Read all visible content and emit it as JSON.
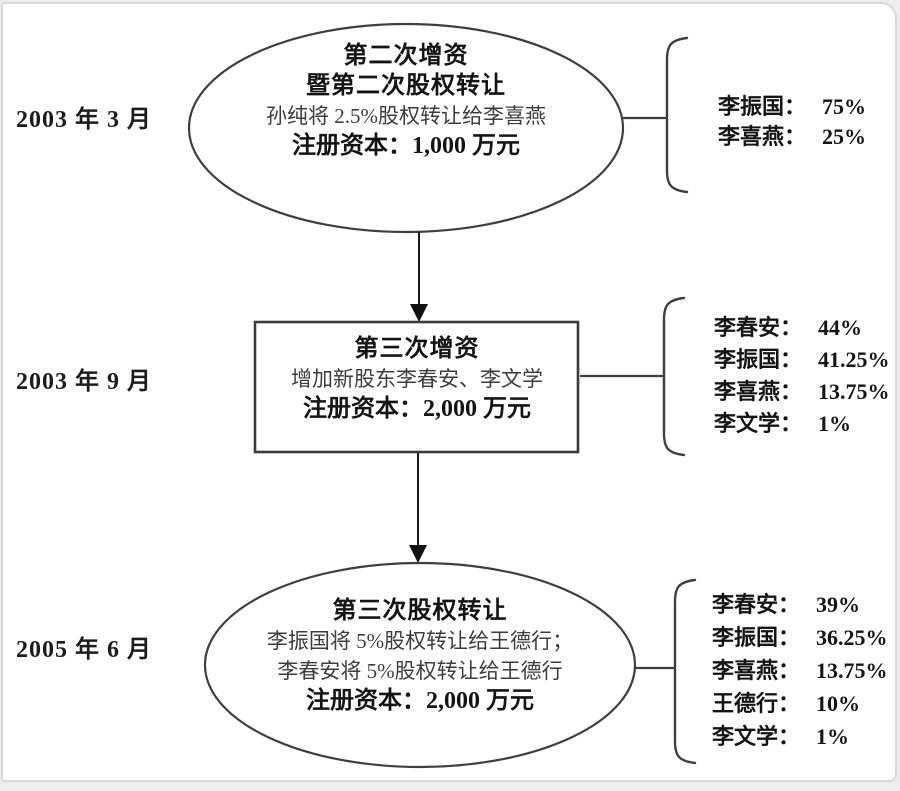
{
  "palette": {
    "stroke": "#3f3f3f",
    "arrow_fill": "#111111",
    "text_dark": "#141414",
    "text_regular": "#3d3d3d",
    "card_border": "#d9d9d9",
    "card_bg": "#ffffff",
    "page_bg": "#ededed"
  },
  "stages": [
    {
      "date": "2003 年 3 月",
      "node": {
        "shape": "ellipse",
        "line1": "第二次增资",
        "line2": "暨第二次股权转让",
        "line3": "孙纯将 2.5%股权转让给李喜燕",
        "line4": "注册资本：1,000 万元"
      },
      "shareholders": [
        {
          "name": "李振国：",
          "value": "75%"
        },
        {
          "name": "李喜燕：",
          "value": "25%"
        }
      ]
    },
    {
      "date": "2003 年 9 月",
      "node": {
        "shape": "rect",
        "line1": "第三次增资",
        "line2": "增加新股东李春安、李文学",
        "line3": "注册资本：2,000 万元"
      },
      "shareholders": [
        {
          "name": "李春安：",
          "value": "44%"
        },
        {
          "name": "李振国：",
          "value": "41.25%"
        },
        {
          "name": "李喜燕：",
          "value": "13.75%"
        },
        {
          "name": "李文学：",
          "value": "1%"
        }
      ]
    },
    {
      "date": "2005 年 6 月",
      "node": {
        "shape": "ellipse",
        "line1": "第三次股权转让",
        "line2": "李振国将 5%股权转让给王德行；",
        "line3": "李春安将 5%股权转让给王德行",
        "line4": "注册资本：2,000 万元"
      },
      "shareholders": [
        {
          "name": "李春安：",
          "value": "39%"
        },
        {
          "name": "李振国：",
          "value": "36.25%"
        },
        {
          "name": "李喜燕：",
          "value": "13.75%"
        },
        {
          "name": "王德行：",
          "value": "10%"
        },
        {
          "name": "李文学：",
          "value": "1%"
        }
      ]
    }
  ]
}
